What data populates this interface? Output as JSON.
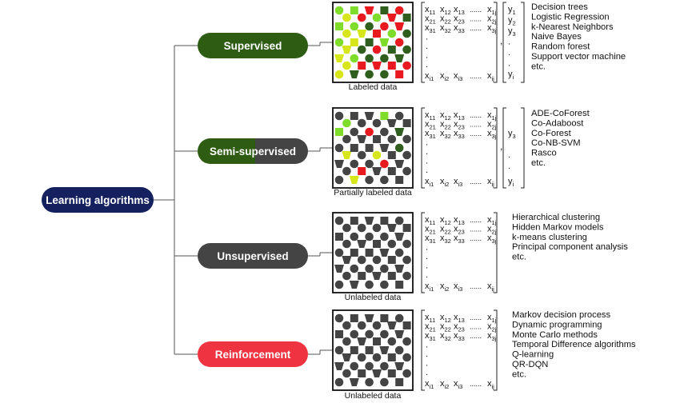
{
  "root": {
    "label": "Learning algorithms",
    "color": "#14215e"
  },
  "colors": {
    "green": "#2e5c12",
    "gray": "#444444",
    "red": "#ef3340",
    "lime": "#7fdc2a",
    "yellow": "#d6e619",
    "redShape": "#e8191f",
    "darkGreen": "#2f5e1f"
  },
  "branches": [
    {
      "id": "supervised",
      "label": "Supervised",
      "caption": "Labeled data",
      "pillStyle": "green",
      "labels": [
        "y1",
        "y2",
        "y3",
        ".",
        ".",
        ".",
        "yi"
      ],
      "algorithms": [
        "Decision trees",
        "Logistic Regression",
        "k-Nearest Neighbors",
        "Naive Bayes",
        "Random forest",
        "Support vector machine",
        "etc."
      ]
    },
    {
      "id": "semi-supervised",
      "label": "Semi-supervised",
      "caption": "Partially labeled data",
      "pillStyle": "green-gray",
      "labels": [
        "y3",
        ".",
        ".",
        "yi"
      ],
      "algorithms": [
        "ADE-CoForest",
        "Co-Adaboost",
        "Co-Forest",
        "Co-NB-SVM",
        "Rasco",
        "etc."
      ]
    },
    {
      "id": "unsupervised",
      "label": "Unsupervised",
      "caption": "Unlabeled data",
      "pillStyle": "gray",
      "labels": [],
      "algorithms": [
        "Hierarchical clustering",
        "Hidden Markov models",
        "k-means clustering",
        "Principal component analysis",
        "etc."
      ]
    },
    {
      "id": "reinforcement",
      "label": "Reinforcement",
      "caption": "Unlabeled data",
      "pillStyle": "red",
      "labels": [],
      "algorithms": [
        "Markov decision process",
        "Dynamic programming",
        "Monte Carlo methods",
        "Temporal Difference algorithms",
        "Q-learning",
        "QR-DQN",
        "etc."
      ]
    }
  ],
  "matrix": {
    "rows": [
      [
        "x11",
        "x12",
        "x13",
        "......",
        "x1j"
      ],
      [
        "x21",
        "x22",
        "x23",
        "......",
        "x2j"
      ],
      [
        "x31",
        "x32",
        "x33",
        "......",
        "x3j"
      ],
      [
        "."
      ],
      [
        "."
      ],
      [
        "."
      ],
      [
        "."
      ],
      [
        "xi1",
        "xi2",
        "xi3",
        "......",
        "xij"
      ]
    ]
  }
}
